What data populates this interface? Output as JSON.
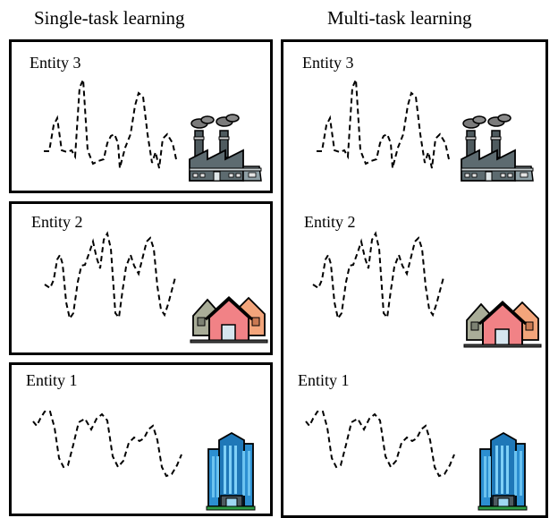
{
  "titles": {
    "single": "Single-task learning",
    "multi": "Multi-task learning"
  },
  "entities": {
    "e3": "Entity 3",
    "e2": "Entity 2",
    "e1": "Entity 1"
  },
  "icons": {
    "e3": "factory-icon",
    "e2": "houses-icon",
    "e1": "office-buildings-icon"
  }
}
